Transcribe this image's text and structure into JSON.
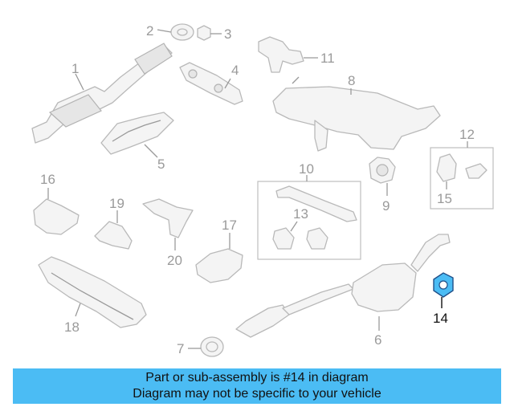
{
  "callouts": {
    "c1": "1",
    "c2": "2",
    "c3": "3",
    "c4": "4",
    "c5": "5",
    "c6": "6",
    "c7": "7",
    "c8": "8",
    "c9": "9",
    "c10": "10",
    "c11": "11",
    "c12": "12",
    "c13": "13",
    "c14": "14",
    "c15": "15",
    "c16": "16",
    "c17": "17",
    "c18": "18",
    "c19": "19",
    "c20": "20"
  },
  "highlighted_part": "14",
  "colors": {
    "banner": "#4bbcf4",
    "highlight": "#4bbcf4",
    "line_art": "#b9b9b9",
    "callout_text": "#9a9a9a"
  },
  "banner": {
    "line1": "Part or sub-assembly is #14 in diagram",
    "line2": "Diagram may not be specific to your vehicle"
  }
}
